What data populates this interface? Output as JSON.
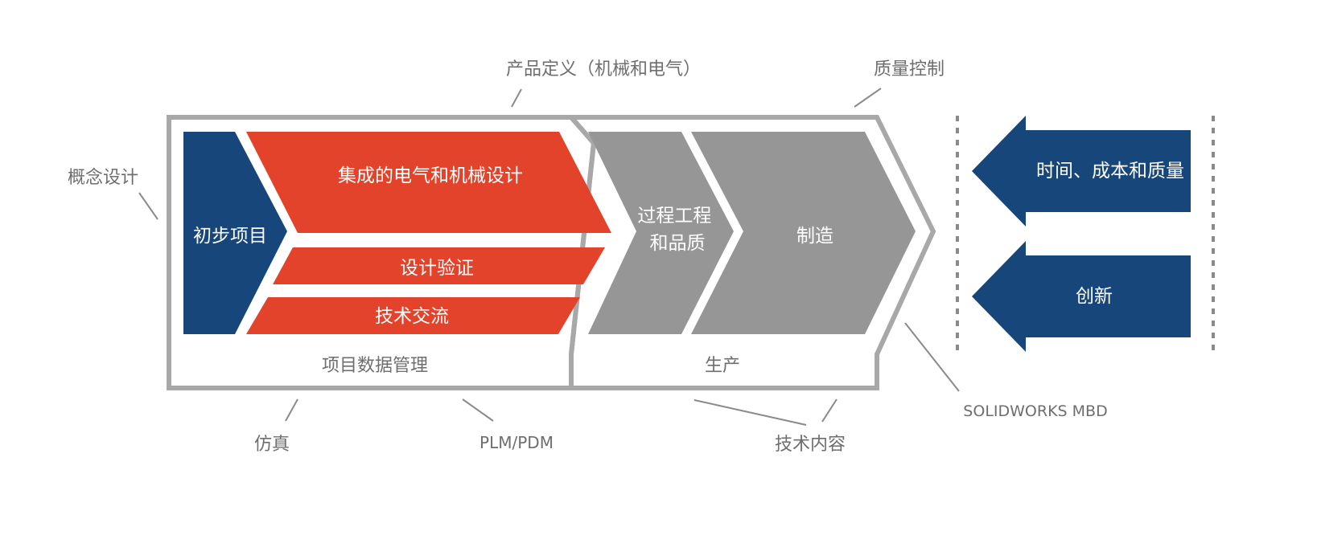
{
  "colors": {
    "navy": "#17467a",
    "red": "#e2432a",
    "gray_block": "#969696",
    "outline": "#a8a8a8",
    "text_gray": "#6e6e6e",
    "leader": "#8a8a8a"
  },
  "blocks": {
    "initial_project": "初步项目",
    "integrated_design": "集成的电气和机械设计",
    "design_validation": "设计验证",
    "tech_communication": "技术交流",
    "process_quality_line1": "过程工程",
    "process_quality_line2": "和品质",
    "manufacturing": "制造"
  },
  "bottom_labels": {
    "project_data_management": "项目数据管理",
    "production": "生产"
  },
  "right_arrows": {
    "time_cost_quality": "时间、成本和质量",
    "innovation": "创新"
  },
  "callouts": {
    "product_definition": "产品定义（机械和电气）",
    "quality_control": "质量控制",
    "concept_design": "概念设计",
    "simulation": "仿真",
    "plm_pdm": "PLM/PDM",
    "technical_content": "技术内容",
    "solidworks_mbd": "SOLIDWORKS MBD"
  }
}
